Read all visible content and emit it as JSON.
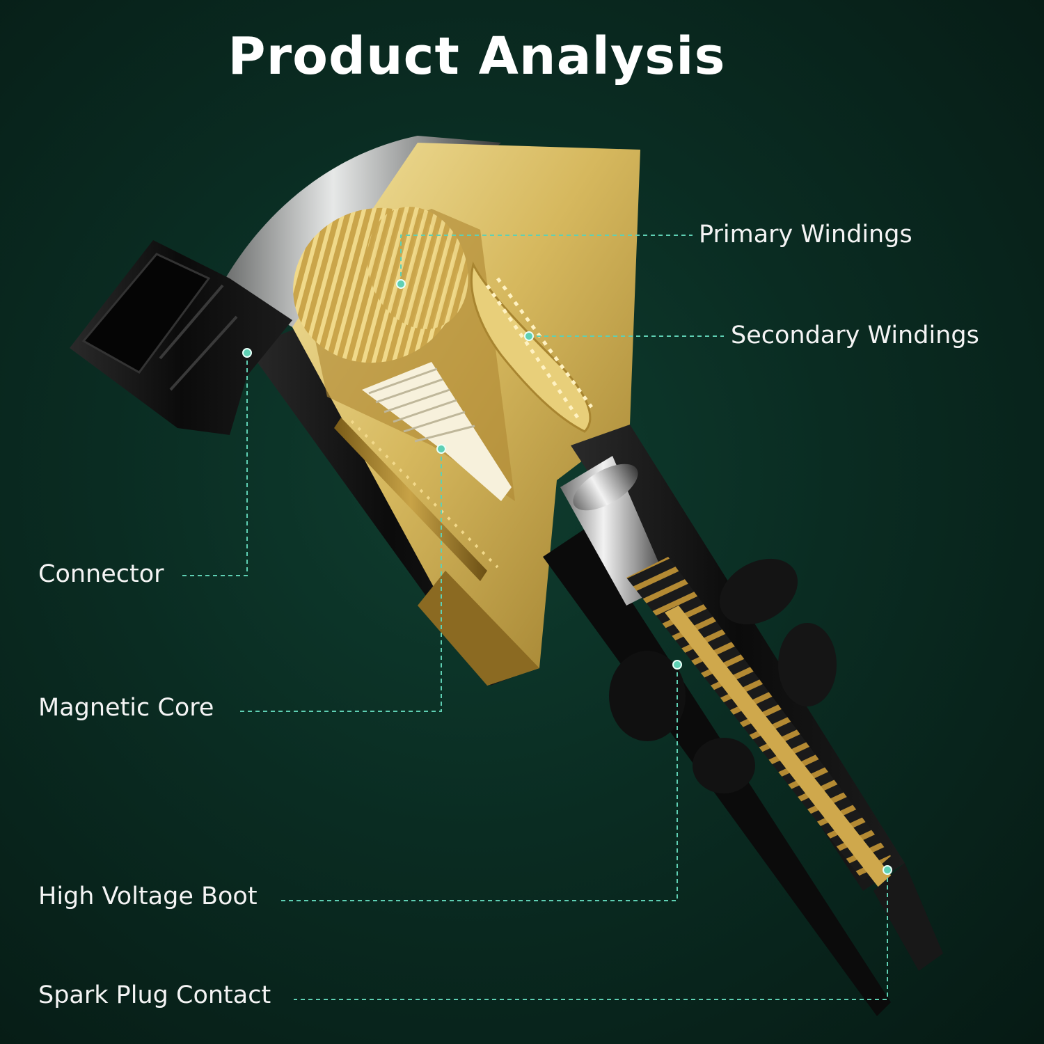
{
  "title": "Product Analysis",
  "labels": {
    "primary_windings": "Primary Windings",
    "secondary_windings": "Secondary Windings",
    "connector": "Connector",
    "magnetic_core": "Magnetic Core",
    "high_voltage_boot": "High Voltage Boot",
    "spark_plug_contact": "Spark Plug Contact"
  },
  "colors": {
    "background": "#0a2c22",
    "leader_line": "#5fd0b4",
    "gold": "#c9a94a",
    "black_body": "#111111"
  }
}
